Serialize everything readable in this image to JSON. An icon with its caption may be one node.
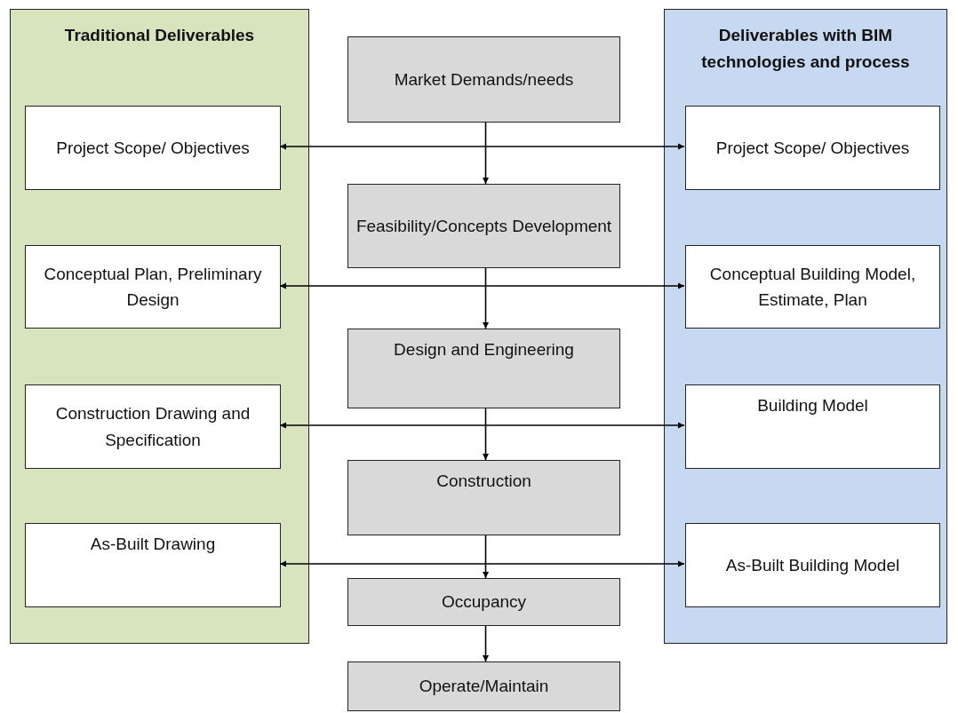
{
  "diagram": {
    "nodes": [
      {
        "text": [
          "Traditional Deliverables"
        ]
      },
      {
        "text": [
          "Project Scope/ Objectives"
        ],
        "in": 0
      },
      {
        "text": [
          "Conceptual Plan, Preliminary Design"
        ],
        "in": 0
      },
      {
        "text": [
          "Construction Drawing and Specification"
        ],
        "in": 0
      },
      {
        "text": [
          "As-Built Drawing"
        ],
        "in": 0
      },
      {
        "text": [
          "Deliverables with BIM technologies and process"
        ]
      },
      {
        "text": [
          "Project Scope/ Objectives"
        ],
        "in": 5
      },
      {
        "text": [
          "Conceptual Building Model, Estimate, Plan"
        ],
        "in": 5
      },
      {
        "text": [
          "Building Model"
        ],
        "in": 5
      },
      {
        "text": [
          "As-Built Building Model"
        ],
        "in": 5
      },
      {
        "text": [
          "Market Demands/needs"
        ]
      },
      {
        "text": [
          "Feasibility/Concepts Development"
        ]
      },
      {
        "text": [
          "Design and Engineering"
        ]
      },
      {
        "text": [
          "Construction"
        ]
      },
      {
        "text": [
          "Occupancy"
        ]
      },
      {
        "text": [
          "Operate/Maintain"
        ]
      }
    ],
    "edges": [
      {
        "from": 10,
        "to": 11,
        "arrow": "to"
      },
      {
        "from": 11,
        "to": 12,
        "arrow": "to"
      },
      {
        "from": 12,
        "to": 13,
        "arrow": "to"
      },
      {
        "from": 13,
        "to": 14,
        "arrow": "to"
      },
      {
        "from": 14,
        "to": 15,
        "arrow": "to"
      },
      {
        "from": 1,
        "to": 6,
        "arrow": "both"
      },
      {
        "from": 2,
        "to": 7,
        "arrow": "both"
      },
      {
        "from": 3,
        "to": 8,
        "arrow": "both"
      },
      {
        "from": 4,
        "to": 9,
        "arrow": "both"
      }
    ]
  }
}
